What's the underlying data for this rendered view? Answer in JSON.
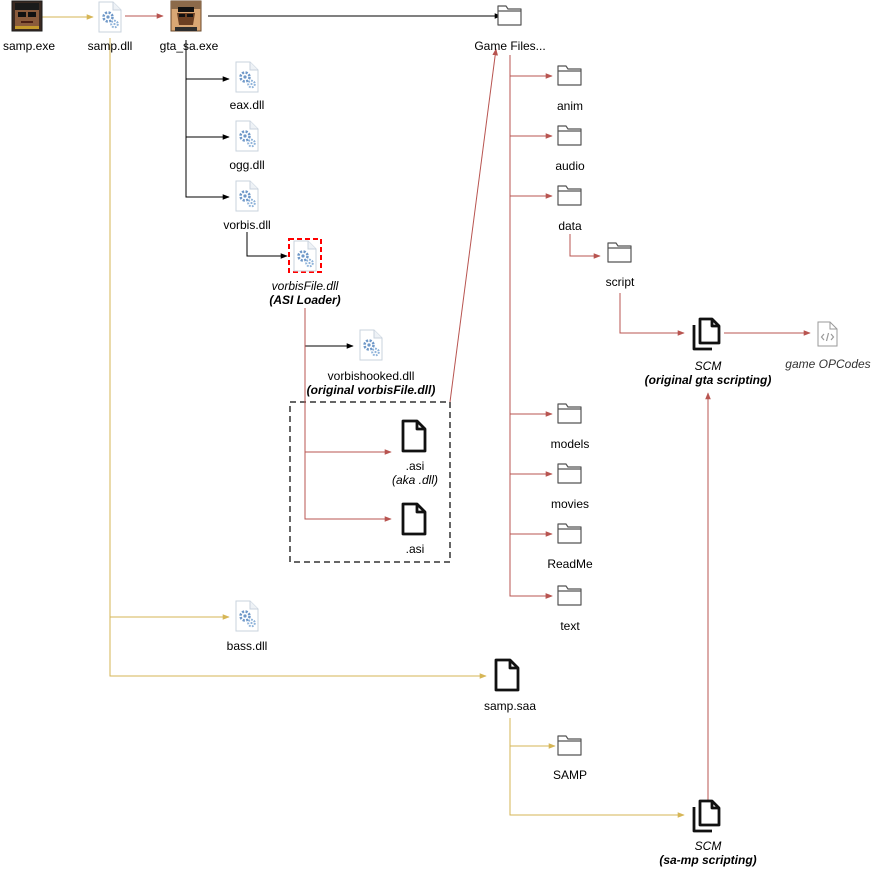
{
  "labels": {
    "samp_exe": "samp.exe",
    "samp_dll": "samp.dll",
    "gta_sa_exe": "gta_sa.exe",
    "game_files": "Game Files...",
    "eax_dll": "eax.dll",
    "ogg_dll": "ogg.dll",
    "vorbis_dll": "vorbis.dll",
    "vorbisfile_dll": "vorbisFile.dll",
    "asi_loader": "(ASI Loader)",
    "vorbishooked_dll": "vorbishooked.dll",
    "original_vorbisfile": "(original vorbisFile.dll)",
    "asi_1": ".asi",
    "asi_aka": "(aka .dll)",
    "asi_2": ".asi",
    "anim": "anim",
    "audio": "audio",
    "data": "data",
    "script": "script",
    "scm_1": "SCM",
    "scm_1_sub": "(original gta scripting)",
    "game_opcodes": "game OPCodes",
    "models": "models",
    "movies": "movies",
    "readme": "ReadMe",
    "text": "text",
    "bass_dll": "bass.dll",
    "samp_saa": "samp.saa",
    "samp_folder": "SAMP",
    "scm_2": "SCM",
    "scm_2_sub": "(sa-mp scripting)"
  },
  "icons": {
    "samp_exe": "samp-exe-app-icon",
    "samp_dll": "dll-settings-icon",
    "gta_sa_exe": "gta-sa-app-icon",
    "game_files": "folder-icon",
    "vorbisfile_dll": "dll-settings-icon",
    "asi": "file-icon",
    "scm": "multiple-files-icon",
    "game_opcodes": "code-file-icon"
  },
  "colors": {
    "black_edge": "#000000",
    "red_edge": "#b85450",
    "yellow_edge": "#d6b656",
    "highlight_border": "#ff0000",
    "group_border": "#666666"
  }
}
